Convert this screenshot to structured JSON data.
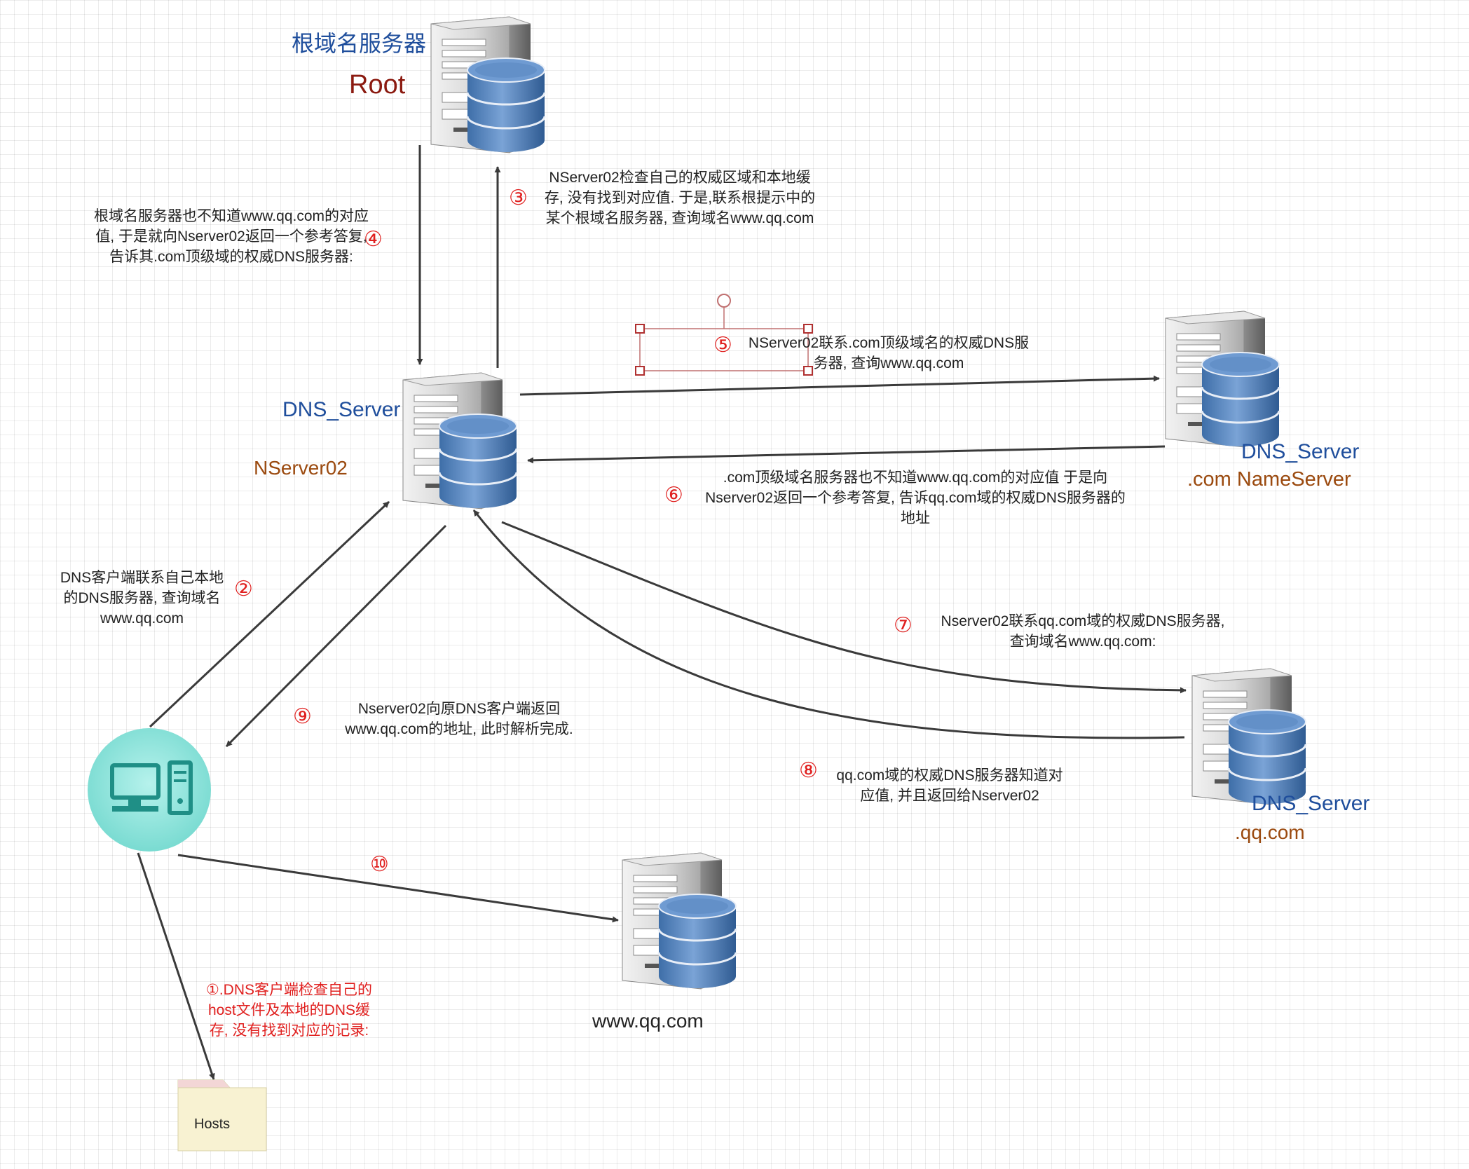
{
  "nodes": {
    "root": {
      "title_cn": "根域名服务器",
      "title": "Root"
    },
    "nserver": {
      "name": "DNS_Server",
      "sub": "NServer02"
    },
    "com_ns": {
      "name": "DNS_Server",
      "sub": ".com NameServer"
    },
    "qq_ns": {
      "name": "DNS_Server",
      "sub": ".qq.com"
    },
    "www": {
      "name": "www.qq.com"
    },
    "hosts": {
      "label": "Hosts"
    }
  },
  "steps": [
    {
      "n": "①",
      "text": ".DNS客户端检查自己的host文件及本地的DNS缓存, 没有找到对应的记录:"
    },
    {
      "n": "②",
      "text": "DNS客户端联系自己本地的DNS服务器, 查询域名www.qq.com"
    },
    {
      "n": "③",
      "text": "NServer02检查自己的权威区域和本地缓存, 没有找到对应值. 于是,联系根提示中的某个根域名服务器, 查询域名www.qq.com"
    },
    {
      "n": "④",
      "text": "根域名服务器也不知道www.qq.com的对应值, 于是就向Nserver02返回一个参考答复, 告诉其.com顶级域的权威DNS服务器:"
    },
    {
      "n": "⑤",
      "text": "NServer02联系.com顶级域名的权威DNS服务器, 查询www.qq.com"
    },
    {
      "n": "⑥",
      "text": ".com顶级域名服务器也不知道www.qq.com的对应值 于是向Nserver02返回一个参考答复, 告诉qq.com域的权威DNS服务器的地址"
    },
    {
      "n": "⑦",
      "text": "Nserver02联系qq.com域的权威DNS服务器, 查询域名www.qq.com:"
    },
    {
      "n": "⑧",
      "text": "qq.com域的权威DNS服务器知道对应值, 并且返回给Nserver02"
    },
    {
      "n": "⑨",
      "text": "Nserver02向原DNS客户端返回www.qq.com的地址, 此时解析完成."
    },
    {
      "n": "⑩",
      "text": ""
    }
  ],
  "colors": {
    "blue": "#1f4e9c",
    "brown": "#9b4a0f",
    "dark_red": "#8b1a10",
    "step_red": "#e0201f",
    "arrow": "#3a3a3a",
    "client_teal": "#8fe6dd"
  },
  "icons": {
    "server": "server-database-icon",
    "client": "desktop-computer-icon",
    "hosts": "folder-icon"
  }
}
